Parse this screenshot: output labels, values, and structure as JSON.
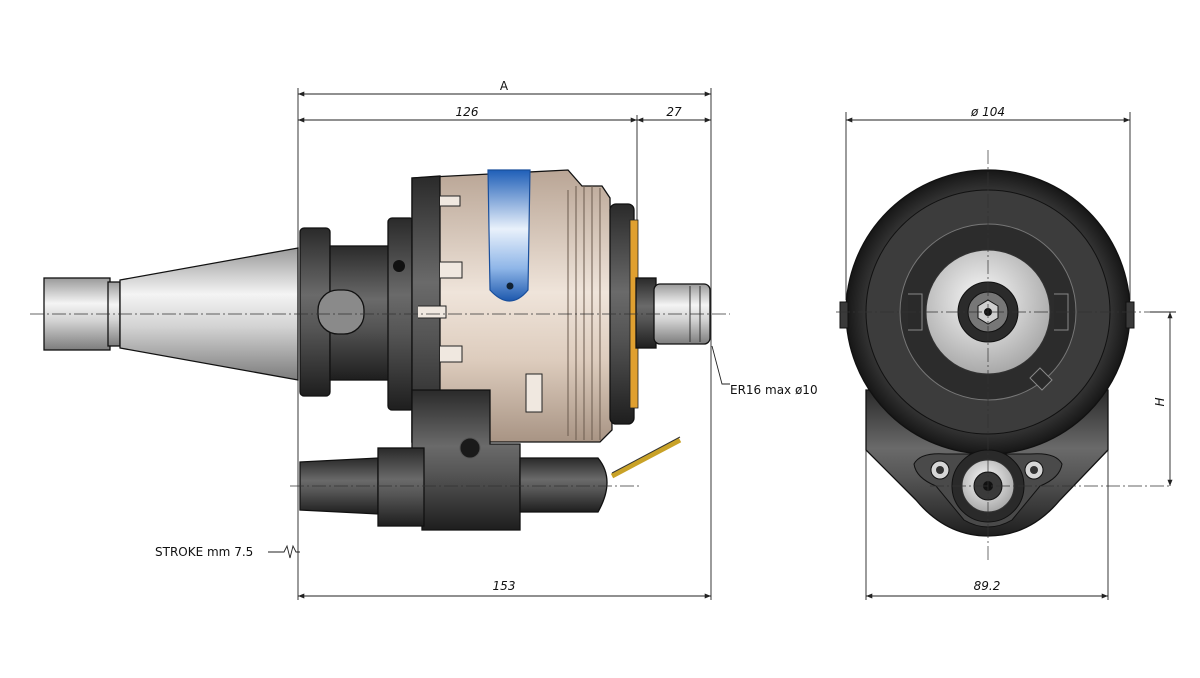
{
  "dimensions": {
    "overall_length": "A",
    "body_length": "126",
    "nose_length": "27",
    "total_width": "153",
    "diameter": "ø 104",
    "base_width": "89.2",
    "offset_height": "H"
  },
  "labels": {
    "collet": "ER16 max ø10",
    "stroke": "STROKE mm 7.5"
  },
  "colors": {
    "body_tan": "#d8c7b7",
    "band_blue": "#2f7fd6",
    "dark_metal": "#3a3a3a",
    "steel": "#c9c9c9",
    "accent_orange": "#e0a030"
  }
}
